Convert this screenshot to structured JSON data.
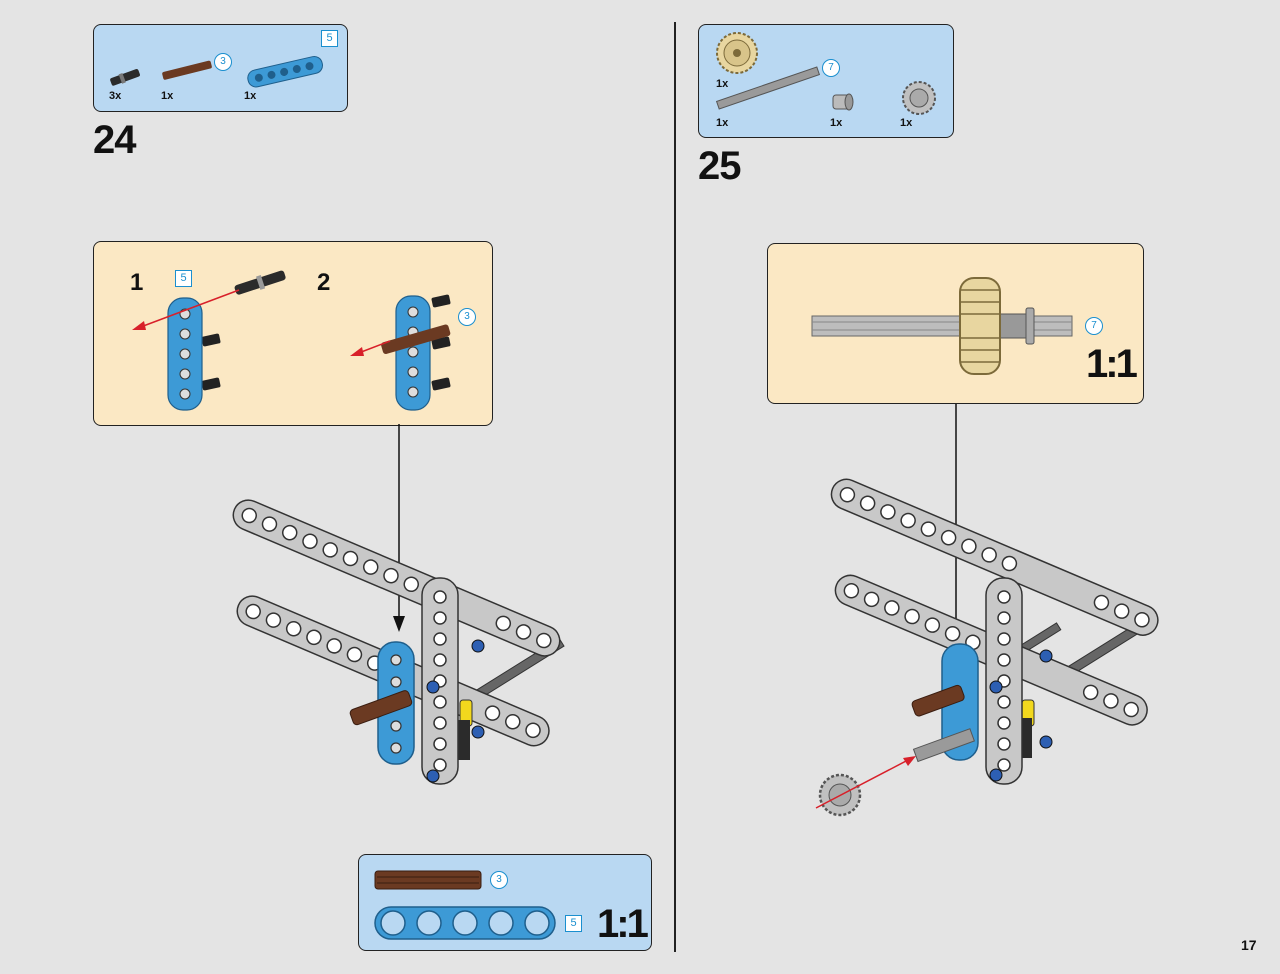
{
  "page_number": "17",
  "steps": [
    {
      "number": "24",
      "parts": [
        {
          "name": "axle-connector-part",
          "qty": "3x"
        },
        {
          "name": "axle-3-brown-part",
          "qty": "1x",
          "badge": "3"
        },
        {
          "name": "beam-5-blue-part",
          "qty": "1x",
          "badge": "5"
        }
      ],
      "callout": {
        "substeps": [
          "1",
          "2"
        ],
        "beam_badge": "5",
        "axle_badge": "3"
      },
      "scale_box": {
        "axle_badge": "3",
        "beam_badge": "5",
        "scale": "1:1"
      }
    },
    {
      "number": "25",
      "parts": [
        {
          "name": "gear-24-tan-part",
          "qty": "1x"
        },
        {
          "name": "axle-7-gray-part",
          "qty": "1x",
          "badge": "7"
        },
        {
          "name": "bush-part",
          "qty": "1x"
        },
        {
          "name": "gear-12-gray-part",
          "qty": "1x"
        }
      ],
      "callout": {
        "axle_badge": "7",
        "scale": "1:1"
      }
    }
  ],
  "colors": {
    "parts_box": "#b9d8f2",
    "callout": "#fbe8c4",
    "beam_gray": "#c8c8c8",
    "beam_blue": "#3d9ad6",
    "axle_brown": "#6b3a22",
    "arrow_red": "#d8202a",
    "badge_blue": "#1a8fcf"
  }
}
